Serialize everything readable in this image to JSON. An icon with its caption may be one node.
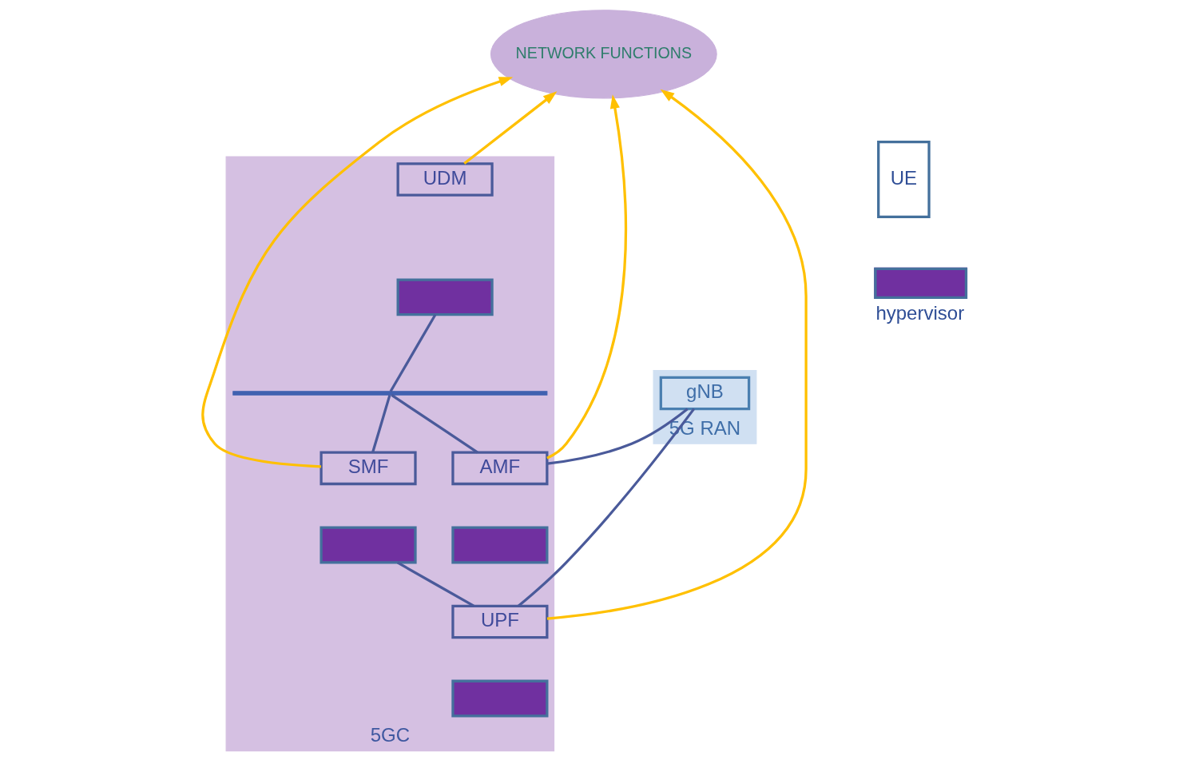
{
  "diagram": {
    "nodes": [
      {
        "text": [
          "NETWORK FUNCTIONS"
        ]
      },
      {
        "text": [
          "5G RAN"
        ]
      },
      {
        "text": [
          "5GC"
        ]
      },
      {
        "text": [
          "UE"
        ]
      },
      {
        "text": [
          "gNB"
        ],
        "in": 1
      },
      {
        "text": [
          "UDM"
        ],
        "in": 2
      },
      {
        "text": [],
        "shape": "box",
        "in": 2
      },
      {
        "text": [],
        "shape": "bar",
        "in": 2
      },
      {
        "text": [
          "AMF"
        ],
        "in": 2
      },
      {
        "text": [],
        "shape": "box",
        "in": 2
      },
      {
        "text": [
          "SMF"
        ],
        "in": 2
      },
      {
        "text": [],
        "shape": "box",
        "in": 2
      },
      {
        "text": [
          "UPF"
        ],
        "in": 2
      },
      {
        "text": [],
        "shape": "box",
        "in": 2
      }
    ],
    "edges": [
      {
        "from": 5,
        "to": 0,
        "arrow": "to",
        "color": "#ffc000"
      },
      {
        "from": 10,
        "to": 0,
        "arrow": "to",
        "color": "#ffc000"
      },
      {
        "from": 8,
        "to": 0,
        "arrow": "to",
        "color": "#ffc000"
      },
      {
        "from": 12,
        "to": 0,
        "arrow": "to",
        "color": "#ffc000"
      },
      {
        "from": 6,
        "to": 7,
        "arrow": "none"
      },
      {
        "from": 7,
        "to": 8,
        "arrow": "none"
      },
      {
        "from": 7,
        "to": 10,
        "arrow": "none"
      },
      {
        "from": 4,
        "to": 8,
        "arrow": "none"
      },
      {
        "from": 11,
        "to": 12,
        "arrow": "none"
      },
      {
        "from": 4,
        "to": 12,
        "arrow": "none"
      }
    ],
    "legend": [
      {
        "text": "hypervisor",
        "color": "#7030a0"
      }
    ]
  }
}
